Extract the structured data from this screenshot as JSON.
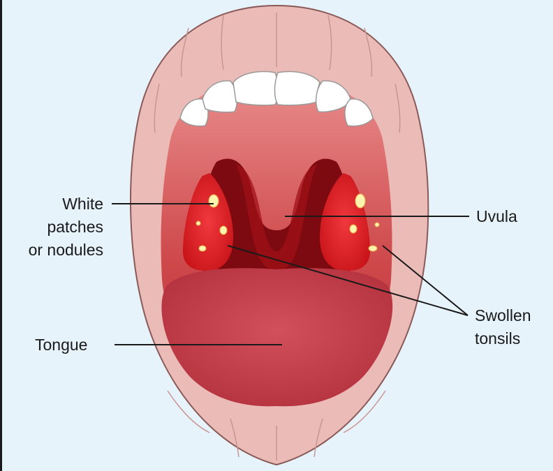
{
  "diagram": {
    "labels": {
      "white_patches": "White\npatches\nor nodules",
      "uvula": "Uvula",
      "swollen_tonsils": "Swollen\ntonsils",
      "tongue": "Tongue"
    },
    "colors": {
      "background": "#e6f3fb",
      "lips": "#ebbbb7",
      "lip_outline": "#8a5a58",
      "teeth": "#ffffff",
      "palate": "#d35c5c",
      "throat": "#7c0a10",
      "tonsils": "#e22026",
      "patches": "#fff3b0",
      "tongue": "#c5404e",
      "leader_lines": "#1a1a1a"
    }
  }
}
